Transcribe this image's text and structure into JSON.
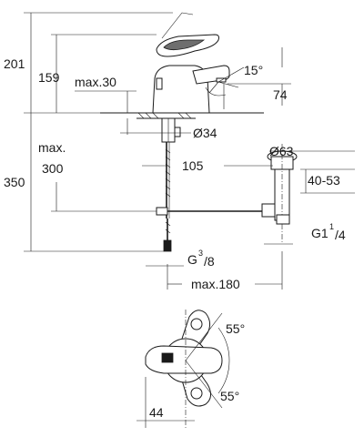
{
  "dimensions": {
    "height_201": "201",
    "height_159": "159",
    "max_30": "max.30",
    "angle_15": "15°",
    "reach_74": "74",
    "dia_34": "Ø34",
    "dia_63": "Ø63",
    "dist_105": "105",
    "max_label": "max.",
    "max_300": "300",
    "height_350": "350",
    "range_40_53": "40-53",
    "thread_g": "G",
    "thread_g_sup": "3",
    "thread_g_sub": "/8",
    "thread_g1": "G1",
    "thread_g1_sup": "1",
    "thread_g1_sub": "/4",
    "max_180": "max.180",
    "angle_55_top": "55°",
    "angle_55_bottom": "55°",
    "dist_44": "44"
  }
}
